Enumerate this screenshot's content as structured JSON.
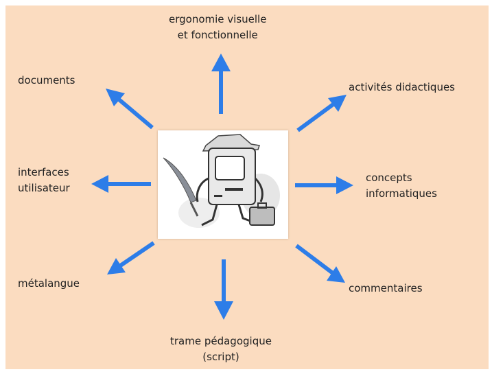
{
  "diagram": {
    "accent_color": "#2d7de8",
    "background_color": "#fbdcc0",
    "center_image": "computer-mascot-illustration",
    "nodes": {
      "top": {
        "line1": "ergonomie visuelle",
        "line2": "et fonctionnelle"
      },
      "top_left": {
        "line1": "documents"
      },
      "top_right": {
        "line1": "activités didactiques"
      },
      "left": {
        "line1": "interfaces",
        "line2": "utilisateur"
      },
      "right": {
        "line1": "concepts",
        "line2": "informatiques"
      },
      "bottom_left": {
        "line1": "métalangue"
      },
      "bottom_right": {
        "line1": "commentaires"
      },
      "bottom": {
        "line1": "trame pédagogique",
        "line2": "(script)"
      }
    }
  }
}
